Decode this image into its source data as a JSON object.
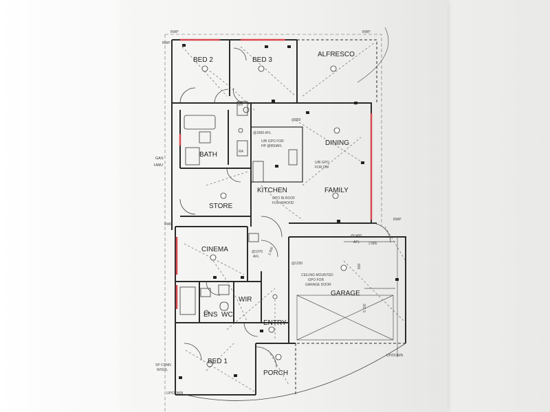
{
  "rooms": {
    "bed2": "BED 2",
    "bed3": "BED 3",
    "alfresco": "ALFRESCO",
    "dining": "DINING",
    "bath": "BATH",
    "kitchen": "KITCHEN",
    "family": "FAMILY",
    "store": "STORE",
    "cinema": "CINEMA",
    "garage": "GARAGE",
    "wir": "WIR",
    "ens": "ENS",
    "wc": "WC",
    "entry": "ENTRY",
    "bed1": "BED 1",
    "porch": "PORCH"
  },
  "notes": {
    "rwp": "RWP",
    "gas_hwu_1": "GAS",
    "gas_hwu_2": "HWU",
    "gpo_1800": "@1800 AFL",
    "ub_gpo_hp_1": "U/B GPO FOR",
    "ub_gpo_hp_2": "HP @850AFL",
    "ub_gpo_dw_1": "U/B GPO",
    "ub_gpo_dw_2": "FOR DW",
    "gpo_roof_1": "GPO IN ROOF",
    "gpo_roof_2": "FOR WHOOD",
    "at_850": "@850",
    "at_1400": "@1400",
    "afl": "AFL",
    "dim_2885": "2.885",
    "at_1070": "@1070",
    "afl_1070": "AFL",
    "at_1250": "@1250",
    "ceiling_1": "CEILING MOUNTED",
    "ceiling_2": "GPO FOR",
    "ceiling_3": "GARAGE DOOR",
    "dim_2400": "2.400",
    "dim_5700": "5.700",
    "dim_800": "800",
    "rh": "RH",
    "ra": "RA",
    "up_down_1": "UP/DOWN",
    "up_down_2": "UP/DOWN",
    "sp_conn_1": "SP CONN",
    "sp_conn_2": "W/SOL"
  }
}
